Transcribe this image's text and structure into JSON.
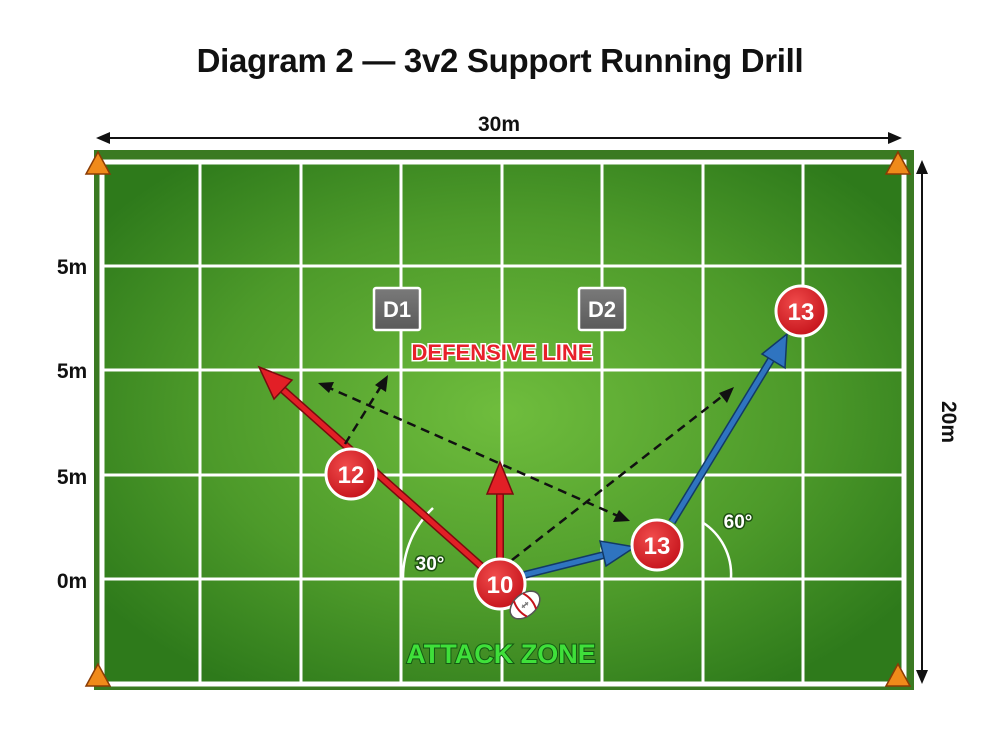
{
  "title": "Diagram 2 — 3v2 Support Running Drill",
  "dimensions": {
    "width_label": "30m",
    "height_label": "20m",
    "row_labels": [
      "5m",
      "5m",
      "5m",
      "0m"
    ]
  },
  "zones": {
    "defensive_line": "DEFENSIVE LINE",
    "attack_zone": "ATTACK ZONE"
  },
  "defenders": [
    {
      "id": "d1",
      "label": "D1"
    },
    {
      "id": "d2",
      "label": "D2"
    }
  ],
  "players": [
    {
      "id": "p12",
      "number": "12"
    },
    {
      "id": "p10",
      "number": "10"
    },
    {
      "id": "p13a",
      "number": "13"
    },
    {
      "id": "p13b",
      "number": "13"
    }
  ],
  "angles": {
    "left": "30°",
    "right": "60°"
  },
  "colors": {
    "pitch_dark": "#2f7a1c",
    "pitch_light": "#6bb83c",
    "attacker": "#e21f26",
    "defender": "#6a6a6a",
    "support_run": "#2f74c0",
    "cone": "#f08a1a"
  }
}
